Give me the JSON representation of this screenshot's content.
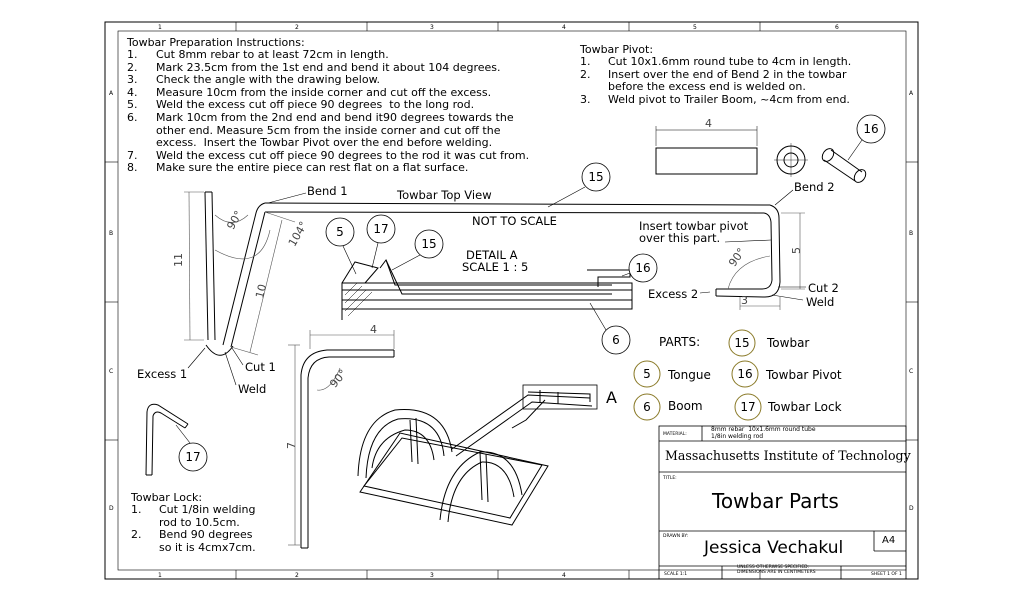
{
  "instructions": {
    "title": "Towbar Preparation Instructions:",
    "steps": [
      {
        "n": "1.",
        "text": "Cut 8mm rebar to at least 72cm in length."
      },
      {
        "n": "2.",
        "text": "Mark 23.5cm from the 1st end and bend it about 104 degrees."
      },
      {
        "n": "3.",
        "text": "Check the angle with the drawing below."
      },
      {
        "n": "4.",
        "text": "Measure 10cm from the inside corner and cut off the excess."
      },
      {
        "n": "5.",
        "text": "Weld the excess cut off piece 90 degrees  to the long rod."
      },
      {
        "n": "6.",
        "text": "Mark 10cm from the 2nd end and bend it90 degrees towards the\nother end. Measure 5cm from the inside corner and cut off the\nexcess.  Insert the Towbar Pivot over the end before welding."
      },
      {
        "n": "7.",
        "text": "Weld the excess cut off piece 90 degrees to the rod it was cut from."
      },
      {
        "n": "8.",
        "text": "Make sure the entire piece can rest flat on a flat surface."
      }
    ]
  },
  "pivot": {
    "title": "Towbar Pivot:",
    "steps": [
      {
        "n": "1.",
        "text": "Cut 10x1.6mm round tube to 4cm in length."
      },
      {
        "n": "2.",
        "text": "Insert over the end of Bend 2 in the towbar\nbefore the excess end is welded on."
      },
      {
        "n": "3.",
        "text": "Weld pivot to Trailer Boom, ~4cm from end."
      }
    ]
  },
  "lock": {
    "title": "Towbar Lock:",
    "steps": [
      {
        "n": "1.",
        "text": "Cut 1/8in welding\nrod to 10.5cm."
      },
      {
        "n": "2.",
        "text": "Bend 90 degrees\nso it is 4cmx7cm."
      }
    ]
  },
  "views": {
    "top_view": "Towbar Top View",
    "not_to_scale": "NOT TO SCALE",
    "detail_title": "DETAIL A",
    "detail_scale": "SCALE 1 : 5",
    "detail_marker": "A",
    "insert_note": "Insert towbar pivot\nover this part."
  },
  "callouts": {
    "bend1": "Bend 1",
    "bend2": "Bend 2",
    "excess1": "Excess 1",
    "excess2": "Excess 2",
    "cut1": "Cut 1",
    "cut2": "Cut 2",
    "weld1": "Weld",
    "weld2": "Weld"
  },
  "dimensions": {
    "d11": "11",
    "d10": "10",
    "d90a": "90°",
    "d104": "104°",
    "d5": "5",
    "d3": "3",
    "d90b": "90°",
    "d4": "4",
    "d7": "7",
    "d90c": "90°",
    "d4pivot": "4"
  },
  "balloons": {
    "b15_top": "15",
    "b5": "5",
    "b17_detail": "17",
    "b15_detail": "15",
    "b16_detail": "16",
    "b6": "6",
    "b16_pivot": "16",
    "b17_lock": "17"
  },
  "parts": {
    "header": "PARTS:",
    "items": [
      {
        "num": "15",
        "name": "Towbar"
      },
      {
        "num": "5",
        "name": "Tongue"
      },
      {
        "num": "16",
        "name": "Towbar Pivot"
      },
      {
        "num": "6",
        "name": "Boom"
      },
      {
        "num": "17",
        "name": "Towbar Lock"
      }
    ]
  },
  "title_block": {
    "material_label": "MATERIAL:",
    "material_value": "8mm rebar  10x1.6mm round tube\n1/8in welding rod",
    "organization": "Massachusetts Institute of Technology",
    "title_label": "TITLE:",
    "title": "Towbar Parts",
    "drawn_by_label": "DRAWN BY:",
    "drawn_by": "Jessica Vechakul",
    "size": "A4",
    "units_note": "UNLESS OTHERWISE SPECIFIED:\nDIMENSIONS ARE IN CENTIMETERS",
    "scale_label": "SCALE 1:1",
    "sheet": "SHEET 1 OF 1"
  },
  "zones": {
    "columns": [
      "1",
      "2",
      "3",
      "4",
      "5",
      "6"
    ],
    "rows": [
      "A",
      "B",
      "C",
      "D"
    ]
  },
  "colors": {
    "line": "#000000",
    "parts_balloon": "#8a7a28"
  }
}
